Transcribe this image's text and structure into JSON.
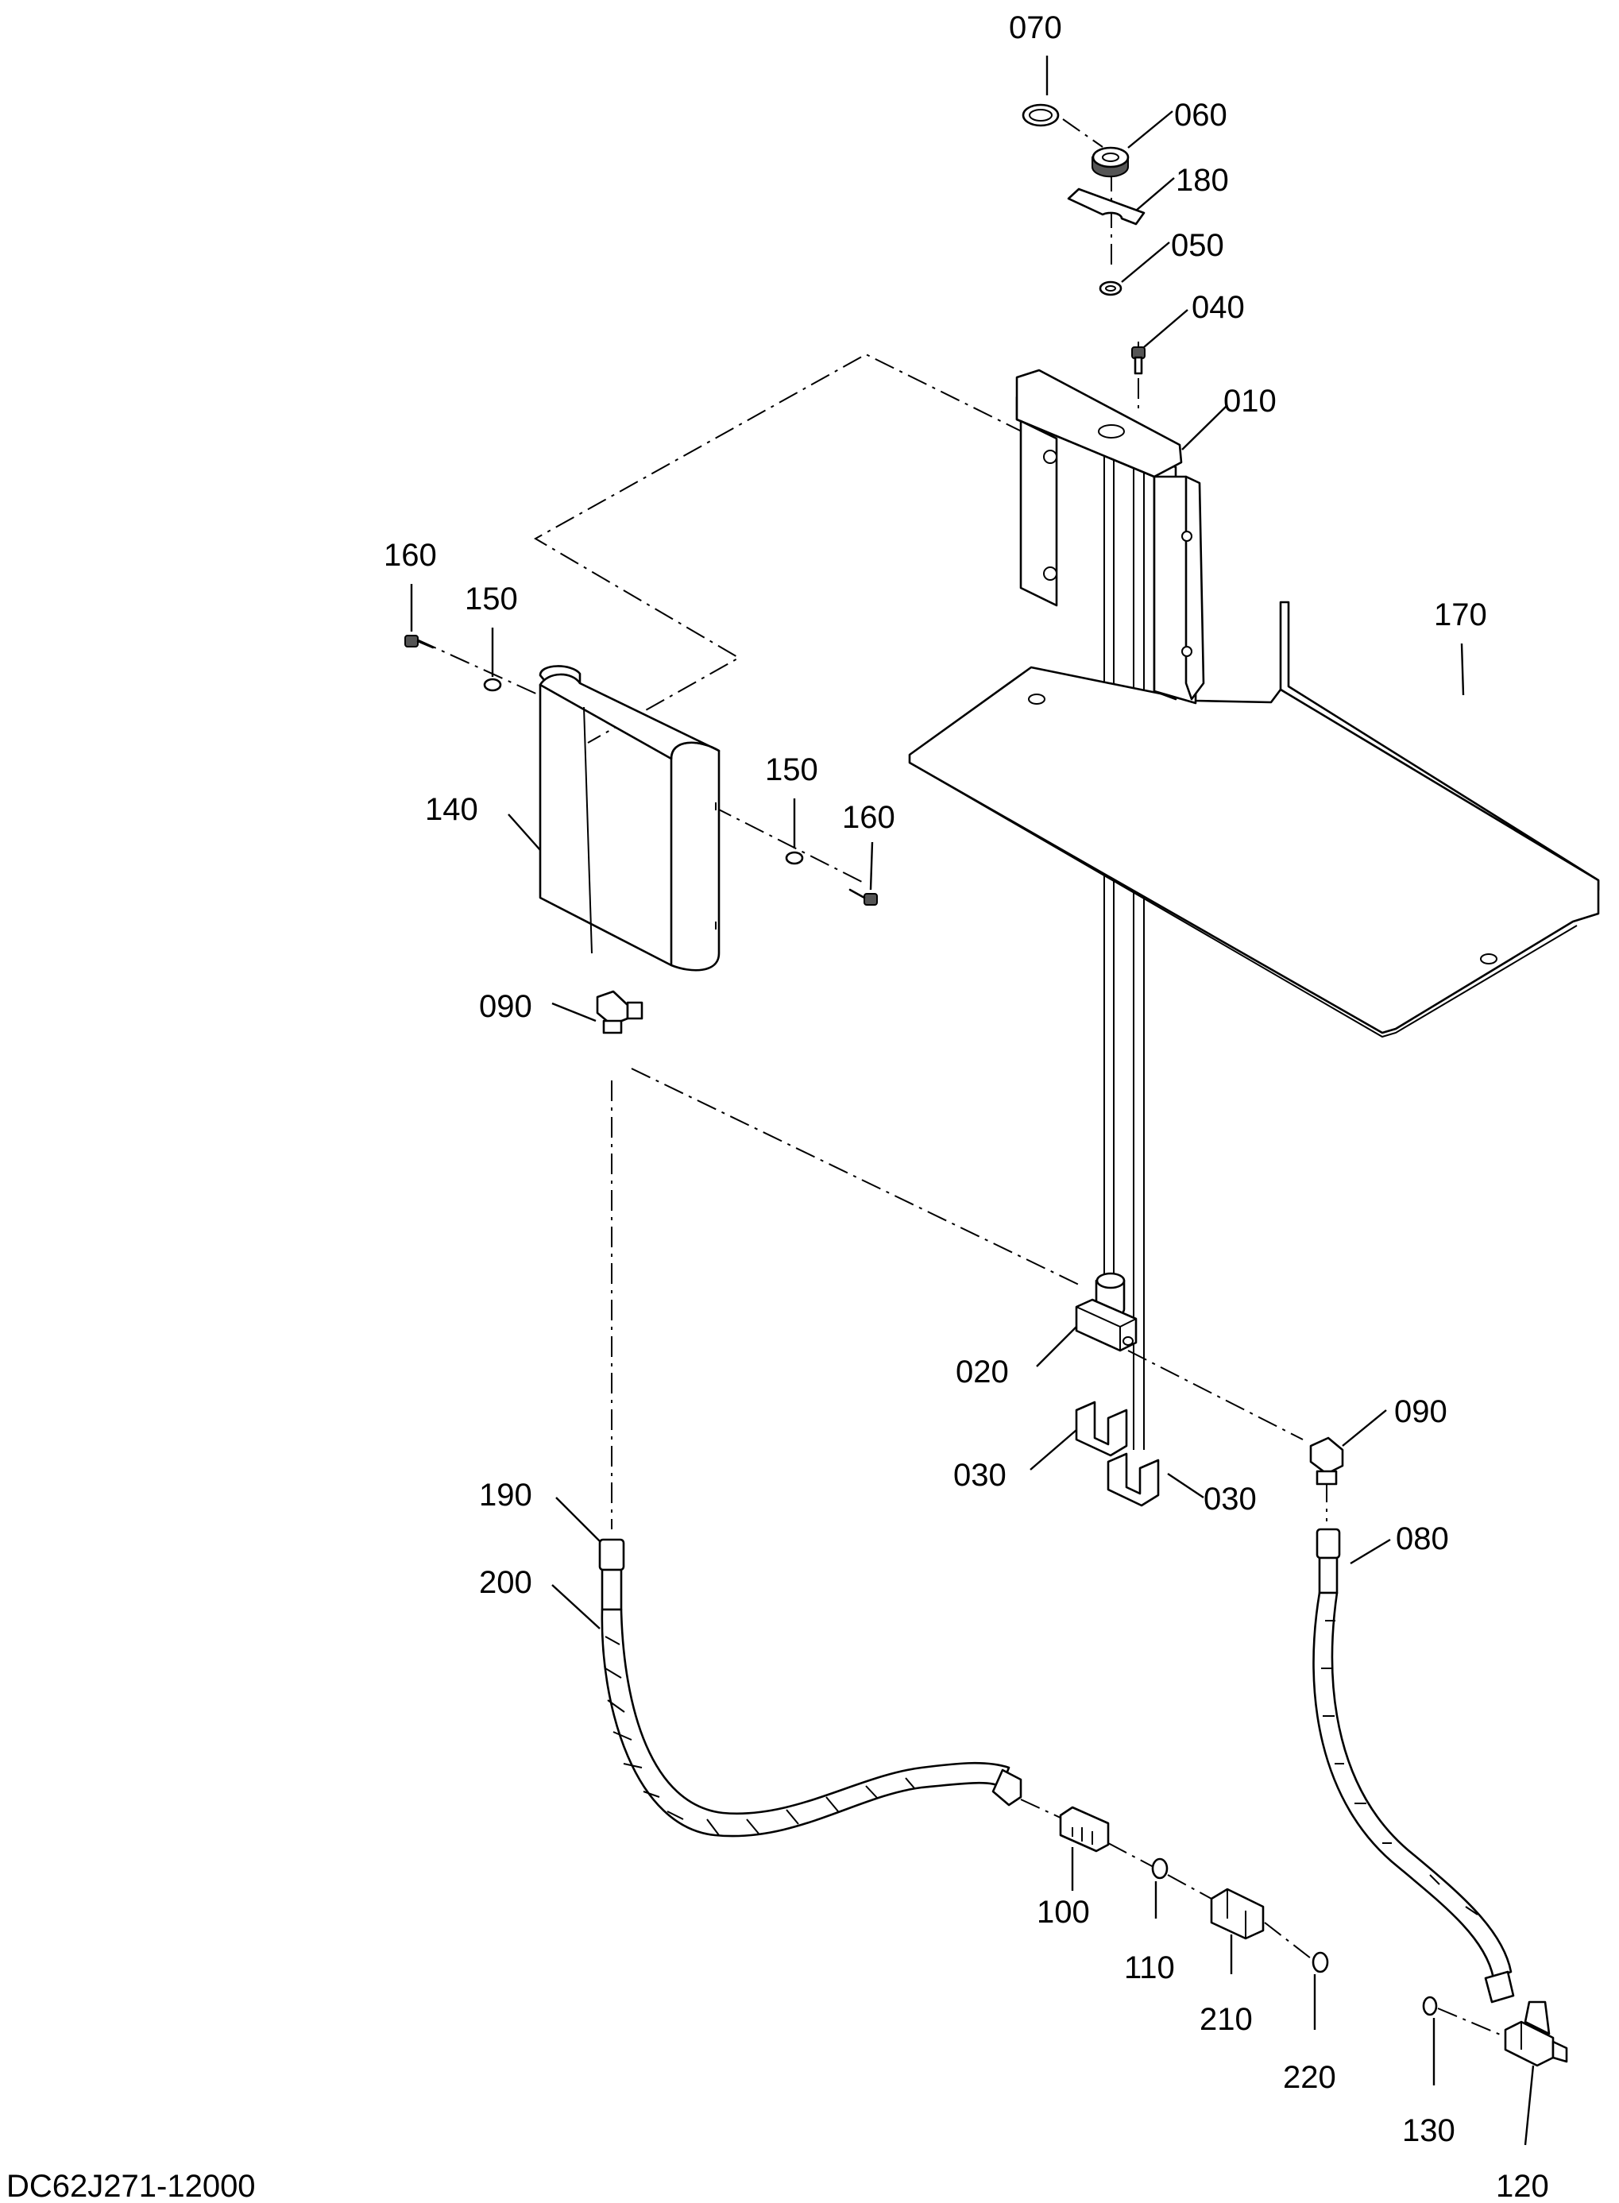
{
  "drawing_code": "DC62J271-12000",
  "callouts": {
    "p070": "070",
    "p060": "060",
    "p180": "180",
    "p050": "050",
    "p040": "040",
    "p010": "010",
    "p170": "170",
    "p160a": "160",
    "p150a": "150",
    "p140": "140",
    "p150b": "150",
    "p160b": "160",
    "p090a": "090",
    "p020": "020",
    "p030a": "030",
    "p030b": "030",
    "p090b": "090",
    "p190": "190",
    "p080": "080",
    "p200": "200",
    "p100": "100",
    "p110": "110",
    "p210": "210",
    "p220": "220",
    "p130": "130",
    "p120": "120"
  }
}
